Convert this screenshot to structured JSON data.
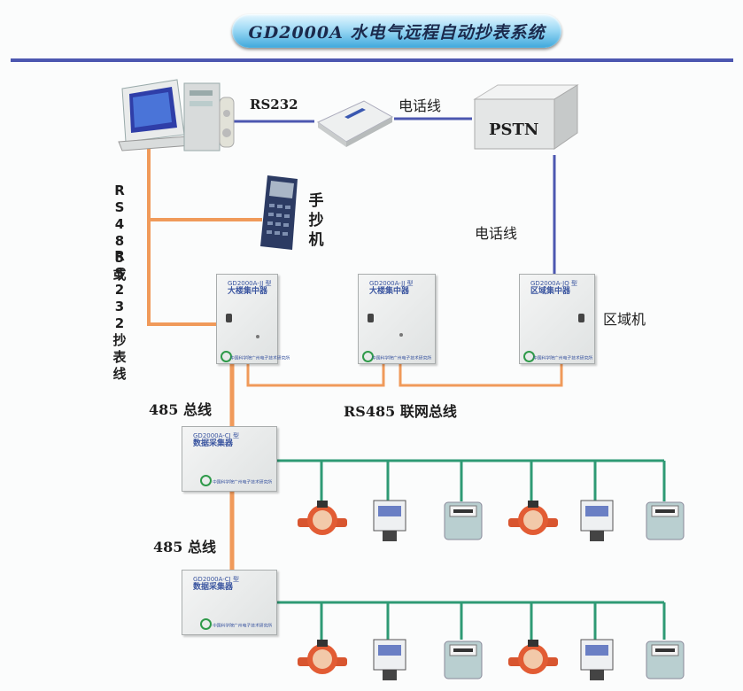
{
  "title": "GD2000A 水电气远程自动抄表系统",
  "labels": {
    "rs232": "RS232",
    "phone_line_top": "电话线",
    "pstn": "PSTN",
    "handheld": "手抄机",
    "rs485_or_rs232_a": "RS485 或",
    "rs485_or_rs232_b": "RS232 抄表线",
    "phone_line_right": "电话线",
    "area_machine": "区域机",
    "bus_485_upper": "485 总线",
    "rs485_network_bus": "RS485 联网总线",
    "bus_485_lower": "485 总线"
  },
  "concentrators": [
    {
      "model": "GD2000A-JJ 型",
      "name": "大楼集中器",
      "footer": "中国科学院广州电子技术研究所"
    },
    {
      "model": "GD2000A-JJ 型",
      "name": "大楼集中器",
      "footer": "中国科学院广州电子技术研究所"
    },
    {
      "model": "GD2000A-JQ 型",
      "name": "区域集中器",
      "footer": "中国科学院广州电子技术研究所"
    }
  ],
  "collectors": [
    {
      "model": "GD2000A-CJ 型",
      "name": "数据采集器",
      "footer": "中国科学院广州电子技术研究所"
    },
    {
      "model": "GD2000A-CJ 型",
      "name": "数据采集器",
      "footer": "中国科学院广州电子技术研究所"
    }
  ],
  "meters_row": [
    "water-meter",
    "electric-meter",
    "gas-meter",
    "water-meter",
    "electric-meter",
    "gas-meter"
  ],
  "colors": {
    "network_line": "#4c57b0",
    "field_line": "#f09a5a",
    "meter_bus": "#2e9a74",
    "title_text": "#1b2a4c"
  }
}
